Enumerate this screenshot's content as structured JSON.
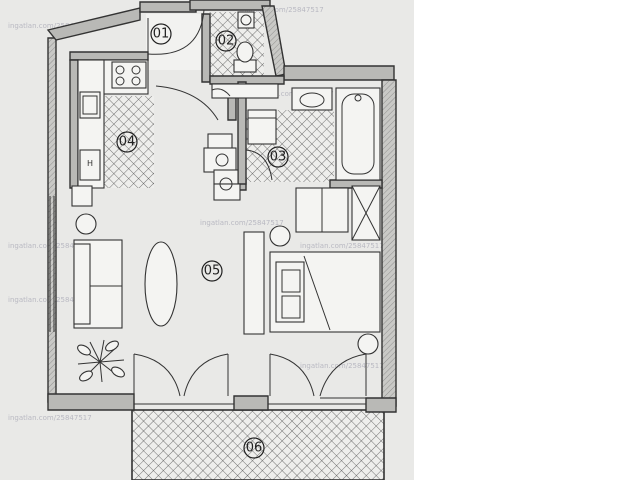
{
  "rooms": [
    {
      "id": "01",
      "label": "01"
    },
    {
      "id": "02",
      "label": "02"
    },
    {
      "id": "03",
      "label": "03"
    },
    {
      "id": "04",
      "label": "04"
    },
    {
      "id": "05",
      "label": "05"
    },
    {
      "id": "06",
      "label": "06"
    }
  ],
  "colors": {
    "paper": "#e9e9e7",
    "wall_fill": "#b9b9b6",
    "line": "#333333",
    "watermark": "#b9b9c2"
  },
  "icons": [
    "stove-icon",
    "sink-icon",
    "toilet-icon",
    "bathtub-icon",
    "washbasin-icon",
    "plant-icon",
    "chair-icon",
    "sofa-icon",
    "bed-icon",
    "door-swing-icon"
  ],
  "watermark_text": "ingatlan.com/25847517"
}
